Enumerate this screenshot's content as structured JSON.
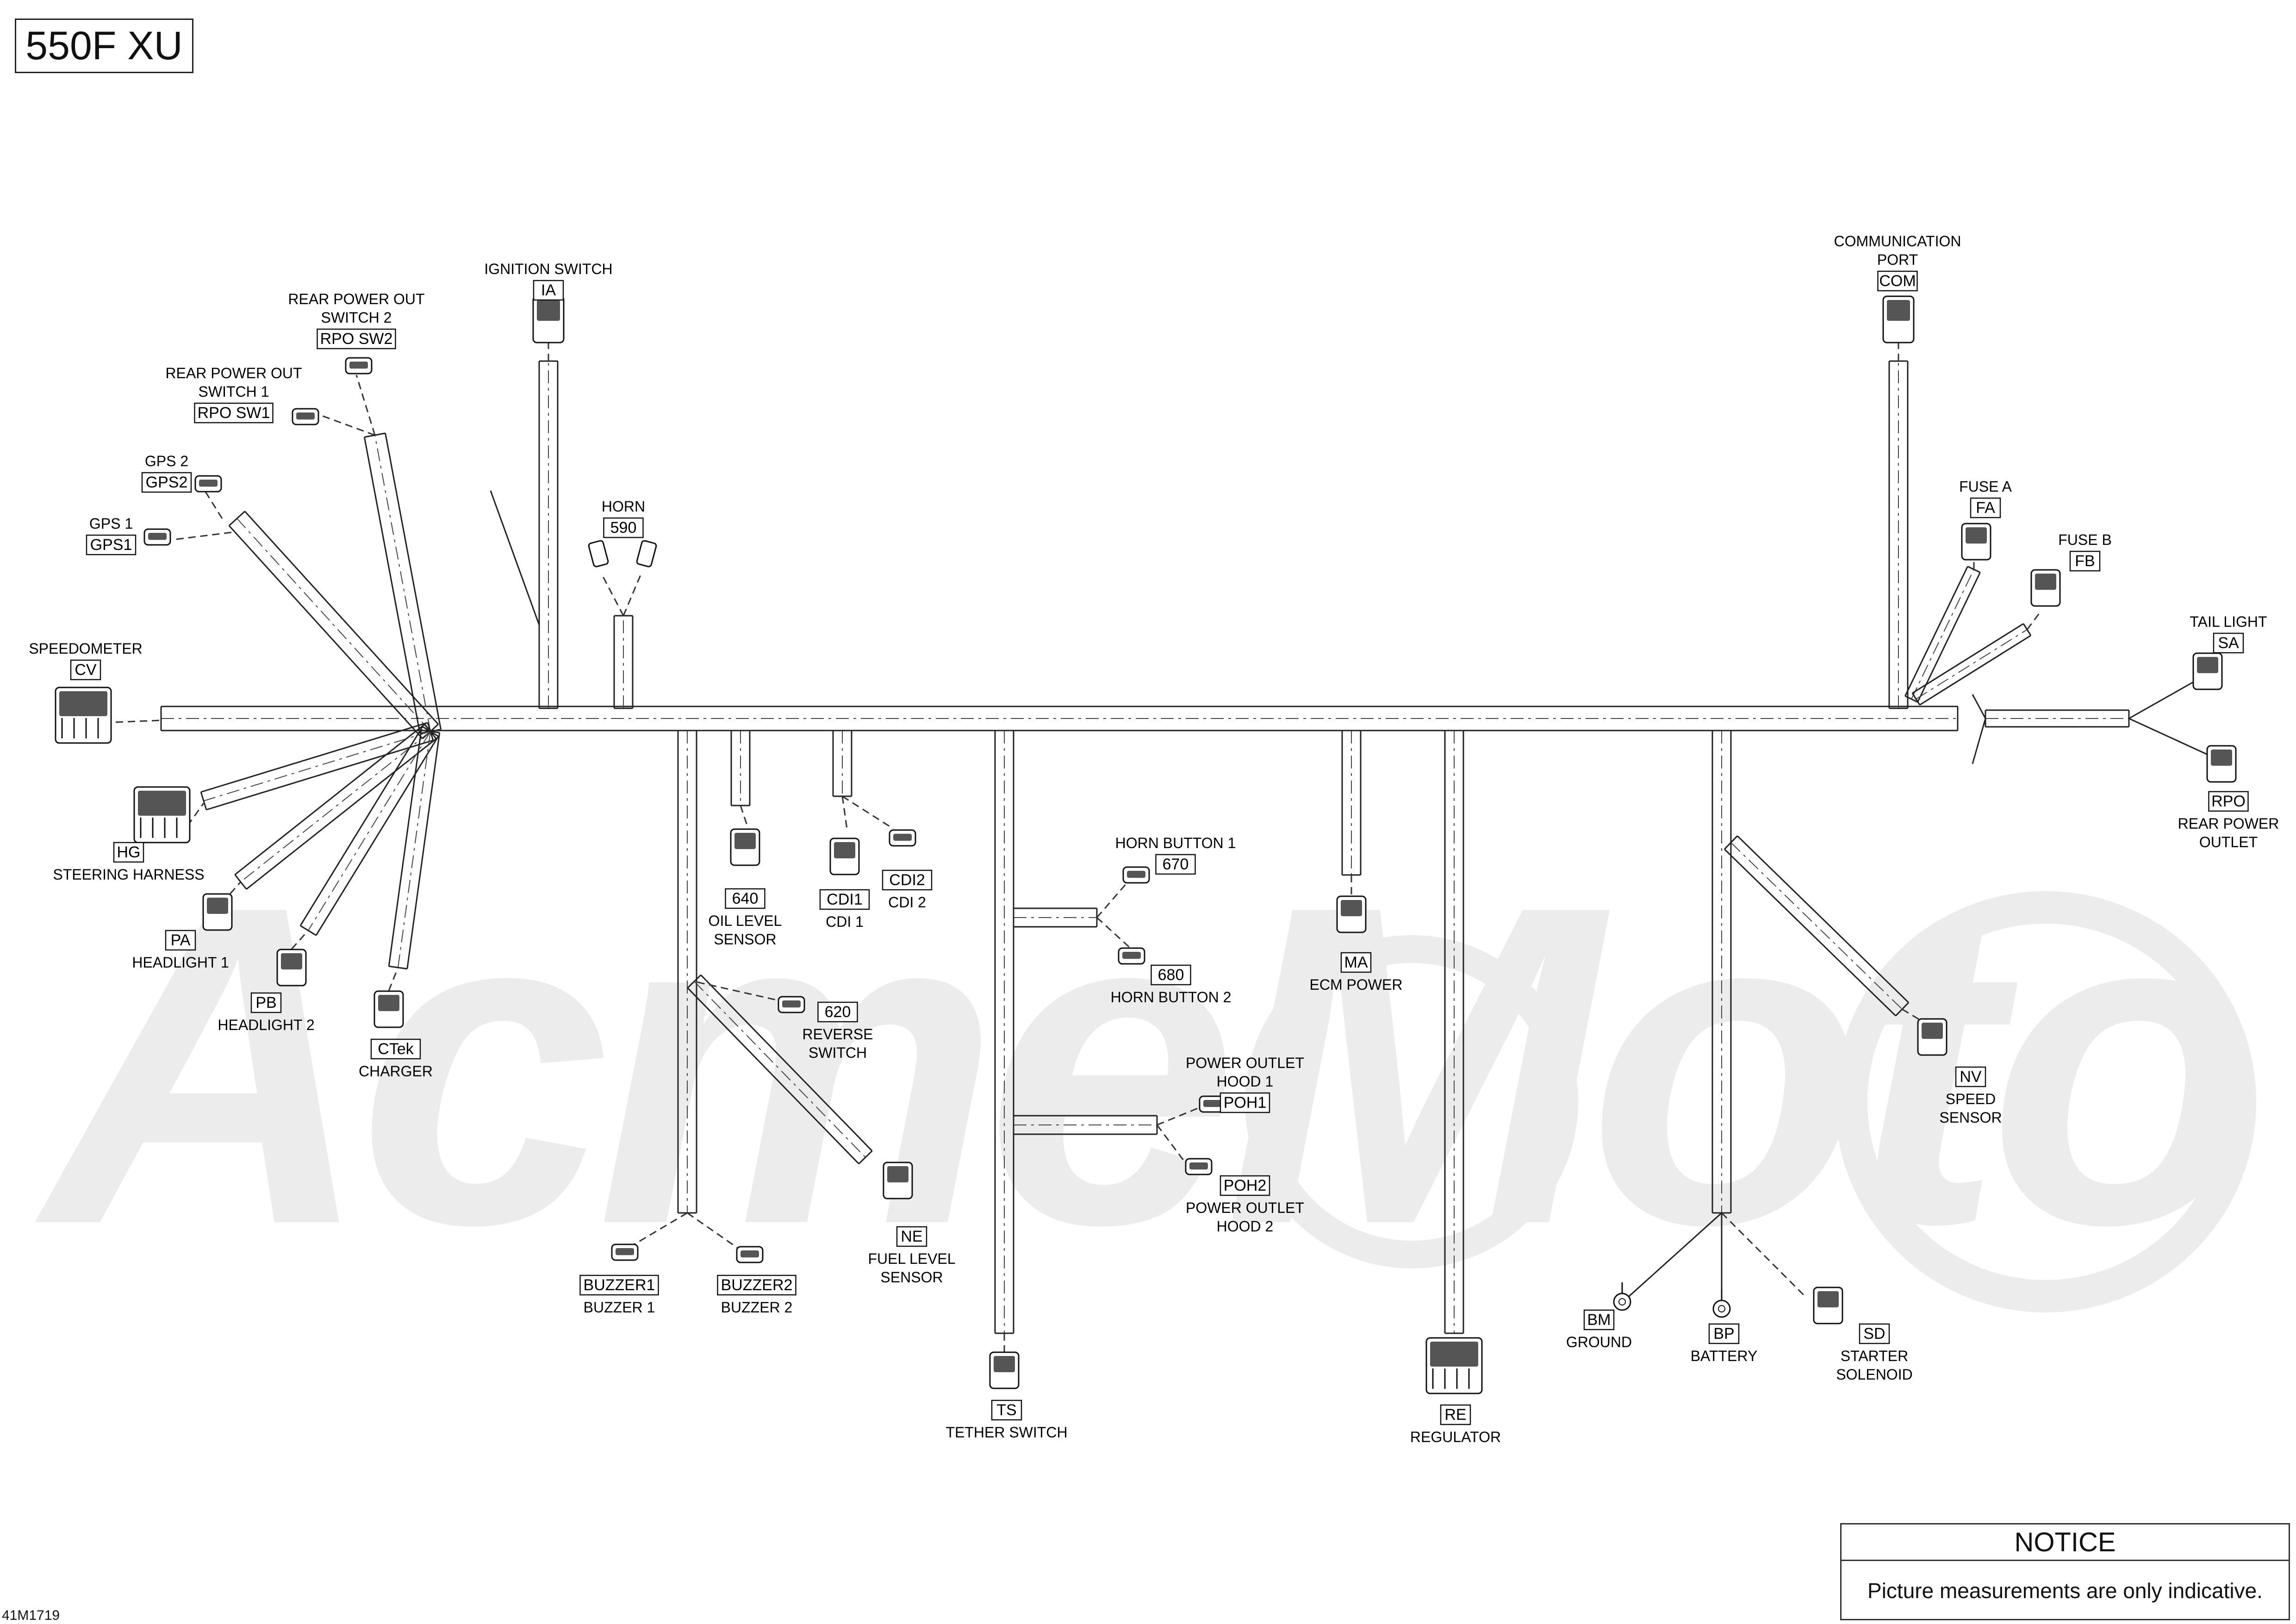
{
  "header": {
    "title": "550F XU",
    "drawing_number": "41M1719"
  },
  "watermark": {
    "text": "AcmeMoto"
  },
  "notice": {
    "heading": "NOTICE",
    "message": "Picture measurements are only indicative."
  },
  "connectors": [
    {
      "id": "ignition-switch",
      "code": "IA",
      "name_lines": [
        "IGNITION SWITCH"
      ],
      "label_position": "above"
    },
    {
      "id": "rear-power-out-switch-2",
      "code": "RPO SW2",
      "name_lines": [
        "REAR POWER OUT",
        "SWITCH 2"
      ],
      "label_position": "above"
    },
    {
      "id": "rear-power-out-switch-1",
      "code": "RPO SW1",
      "name_lines": [
        "REAR POWER OUT",
        "SWITCH 1"
      ],
      "label_position": "above"
    },
    {
      "id": "gps-2",
      "code": "GPS2",
      "name_lines": [
        "GPS 2"
      ],
      "label_position": "above"
    },
    {
      "id": "gps-1",
      "code": "GPS1",
      "name_lines": [
        "GPS 1"
      ],
      "label_position": "above"
    },
    {
      "id": "horn",
      "code": "590",
      "name_lines": [
        "HORN"
      ],
      "label_position": "above"
    },
    {
      "id": "speedometer",
      "code": "CV",
      "name_lines": [
        "SPEEDOMETER"
      ],
      "label_position": "above"
    },
    {
      "id": "steering-harness",
      "code": "HG",
      "name_lines": [
        "STEERING HARNESS"
      ],
      "label_position": "below"
    },
    {
      "id": "headlight-1",
      "code": "PA",
      "name_lines": [
        "HEADLIGHT 1"
      ],
      "label_position": "below"
    },
    {
      "id": "headlight-2",
      "code": "PB",
      "name_lines": [
        "HEADLIGHT 2"
      ],
      "label_position": "below"
    },
    {
      "id": "charger",
      "code": "CTek",
      "name_lines": [
        "CHARGER"
      ],
      "label_position": "below"
    },
    {
      "id": "oil-level-sensor",
      "code": "640",
      "name_lines": [
        "OIL LEVEL",
        "SENSOR"
      ],
      "label_position": "below"
    },
    {
      "id": "cdi-1",
      "code": "CDI1",
      "name_lines": [
        "CDI 1"
      ],
      "label_position": "below"
    },
    {
      "id": "cdi-2",
      "code": "CDI2",
      "name_lines": [
        "CDI 2"
      ],
      "label_position": "below"
    },
    {
      "id": "reverse-switch",
      "code": "620",
      "name_lines": [
        "REVERSE",
        "SWITCH"
      ],
      "label_position": "below"
    },
    {
      "id": "fuel-level-sensor",
      "code": "NE",
      "name_lines": [
        "FUEL LEVEL",
        "SENSOR"
      ],
      "label_position": "below"
    },
    {
      "id": "buzzer-1",
      "code": "BUZZER1",
      "name_lines": [
        "BUZZER 1"
      ],
      "label_position": "below"
    },
    {
      "id": "buzzer-2",
      "code": "BUZZER2",
      "name_lines": [
        "BUZZER 2"
      ],
      "label_position": "below"
    },
    {
      "id": "tether-switch",
      "code": "TS",
      "name_lines": [
        "TETHER SWITCH"
      ],
      "label_position": "below"
    },
    {
      "id": "horn-button-1",
      "code": "670",
      "name_lines": [
        "HORN BUTTON 1"
      ],
      "label_position": "above"
    },
    {
      "id": "horn-button-2",
      "code": "680",
      "name_lines": [
        "HORN BUTTON 2"
      ],
      "label_position": "below"
    },
    {
      "id": "power-outlet-hood-1",
      "code": "POH1",
      "name_lines": [
        "POWER OUTLET",
        "HOOD 1"
      ],
      "label_position": "above"
    },
    {
      "id": "power-outlet-hood-2",
      "code": "POH2",
      "name_lines": [
        "POWER OUTLET",
        "HOOD 2"
      ],
      "label_position": "below"
    },
    {
      "id": "ecm-power",
      "code": "MA",
      "name_lines": [
        "ECM POWER"
      ],
      "label_position": "below"
    },
    {
      "id": "regulator",
      "code": "RE",
      "name_lines": [
        "REGULATOR"
      ],
      "label_position": "below"
    },
    {
      "id": "ground",
      "code": "BM",
      "name_lines": [
        "GROUND"
      ],
      "label_position": "below"
    },
    {
      "id": "battery",
      "code": "BP",
      "name_lines": [
        "BATTERY"
      ],
      "label_position": "below"
    },
    {
      "id": "starter-solenoid",
      "code": "SD",
      "name_lines": [
        "STARTER",
        "SOLENOID"
      ],
      "label_position": "below"
    },
    {
      "id": "speed-sensor",
      "code": "NV",
      "name_lines": [
        "SPEED",
        "SENSOR"
      ],
      "label_position": "below"
    },
    {
      "id": "communication-port",
      "code": "COM",
      "name_lines": [
        "COMMUNICATION",
        "PORT"
      ],
      "label_position": "above"
    },
    {
      "id": "fuse-a",
      "code": "FA",
      "name_lines": [
        "FUSE A"
      ],
      "label_position": "above"
    },
    {
      "id": "fuse-b",
      "code": "FB",
      "name_lines": [
        "FUSE B"
      ],
      "label_position": "above"
    },
    {
      "id": "tail-light",
      "code": "SA",
      "name_lines": [
        "TAIL LIGHT"
      ],
      "label_position": "above"
    },
    {
      "id": "rear-power-outlet",
      "code": "RPO",
      "name_lines": [
        "REAR POWER",
        "OUTLET"
      ],
      "label_position": "below"
    }
  ]
}
